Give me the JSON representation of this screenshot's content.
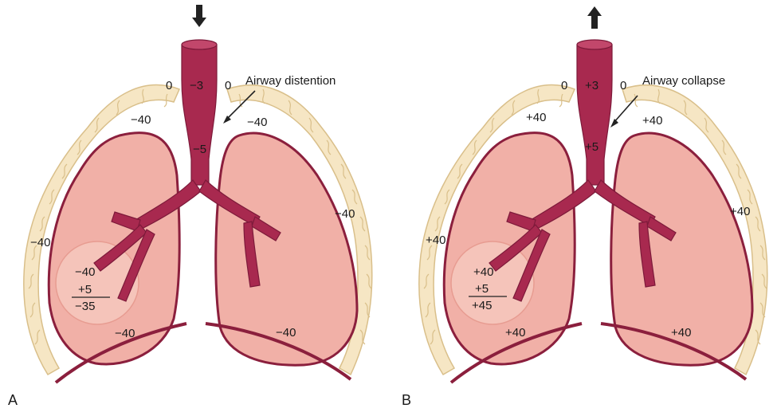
{
  "colors": {
    "airway": "#a8294f",
    "airway_dark": "#7d1a3a",
    "lung_fill": "#f1b0a7",
    "lung_edge": "#8b1f3d",
    "rib_fill": "#f6e6c4",
    "rib_edge": "#d9bf8a",
    "alveolus": "#f6c7bd",
    "arrow": "#222222"
  },
  "panels": [
    {
      "letter": "A",
      "airflow": "inspiration (arrow down)",
      "airway_label": "Airway distention",
      "mouth_left": "0",
      "mouth_right": "0",
      "trachea_upper": "−3",
      "trachea_lower": "−5",
      "pleural_upper_left": "−40",
      "pleural_upper_right": "−40",
      "pleural_side_left": "−40",
      "pleural_side_right": "−40",
      "pleural_bottom_left": "−40",
      "pleural_bottom_right": "−40",
      "alveolus_top": "−40",
      "alveolus_mid": "+5",
      "alveolus_result": "−35"
    },
    {
      "letter": "B",
      "airflow": "expiration (arrow up)",
      "airway_label": "Airway collapse",
      "mouth_left": "0",
      "mouth_right": "0",
      "trachea_upper": "+3",
      "trachea_lower": "+5",
      "pleural_upper_left": "+40",
      "pleural_upper_right": "+40",
      "pleural_side_left": "+40",
      "pleural_side_right": "+40",
      "pleural_bottom_left": "+40",
      "pleural_bottom_right": "+40",
      "alveolus_top": "+40",
      "alveolus_mid": "+5",
      "alveolus_result": "+45"
    }
  ],
  "icons": {
    "down_arrow": "down-arrow-icon",
    "up_arrow": "up-arrow-icon"
  }
}
